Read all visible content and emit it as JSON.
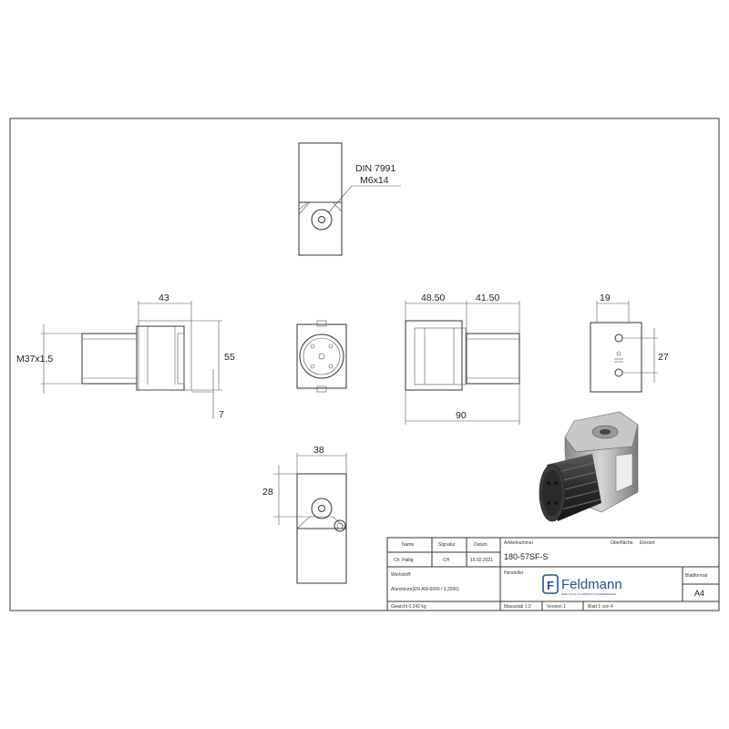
{
  "annotation": {
    "line1": "DIN 7991",
    "line2": "M6x14"
  },
  "dimensions": {
    "thread": "M37x1,5",
    "left_width": "43",
    "left_height": "55",
    "left_gap": "7",
    "front_left": "48.50",
    "front_right": "41.50",
    "front_total": "90",
    "side_width": "19",
    "side_height": "27",
    "bottom_width": "38",
    "bottom_height": "28"
  },
  "title_block": {
    "col_name": "Name",
    "col_signature": "Signatur",
    "col_date": "Datum",
    "drawn_by_name": "Ch. Pallig",
    "drawn_by_signature": "CH",
    "drawn_date": "16.02.2021",
    "article_label": "Artikelnummer",
    "article_number": "180-57SF-S",
    "surface_label": "Oberfläche:",
    "surface_value": "Eloxiert",
    "manufacturer_label": "Hersteller",
    "material_label": "Werkstoff:",
    "material_value": "Aluminium(EN AW-6060 / 3.3206)",
    "weight": "Gewicht 0,242 kg",
    "scale": "Massstab 1:2",
    "version": "Version 1",
    "sheet": "Blatt 1 von 4",
    "format_label": "Blattformat",
    "format_value": "A4",
    "logo_text": "Feldmann",
    "logo_tagline": "EDELSTAHL ALUMINIUM SCHMIEDEEISEN",
    "logo_letter": "F"
  },
  "colors": {
    "line": "#333333",
    "logo_blue": "#2b4f8f",
    "render_dark": "#2c2c2c",
    "render_metal": "#b8b8b8"
  }
}
